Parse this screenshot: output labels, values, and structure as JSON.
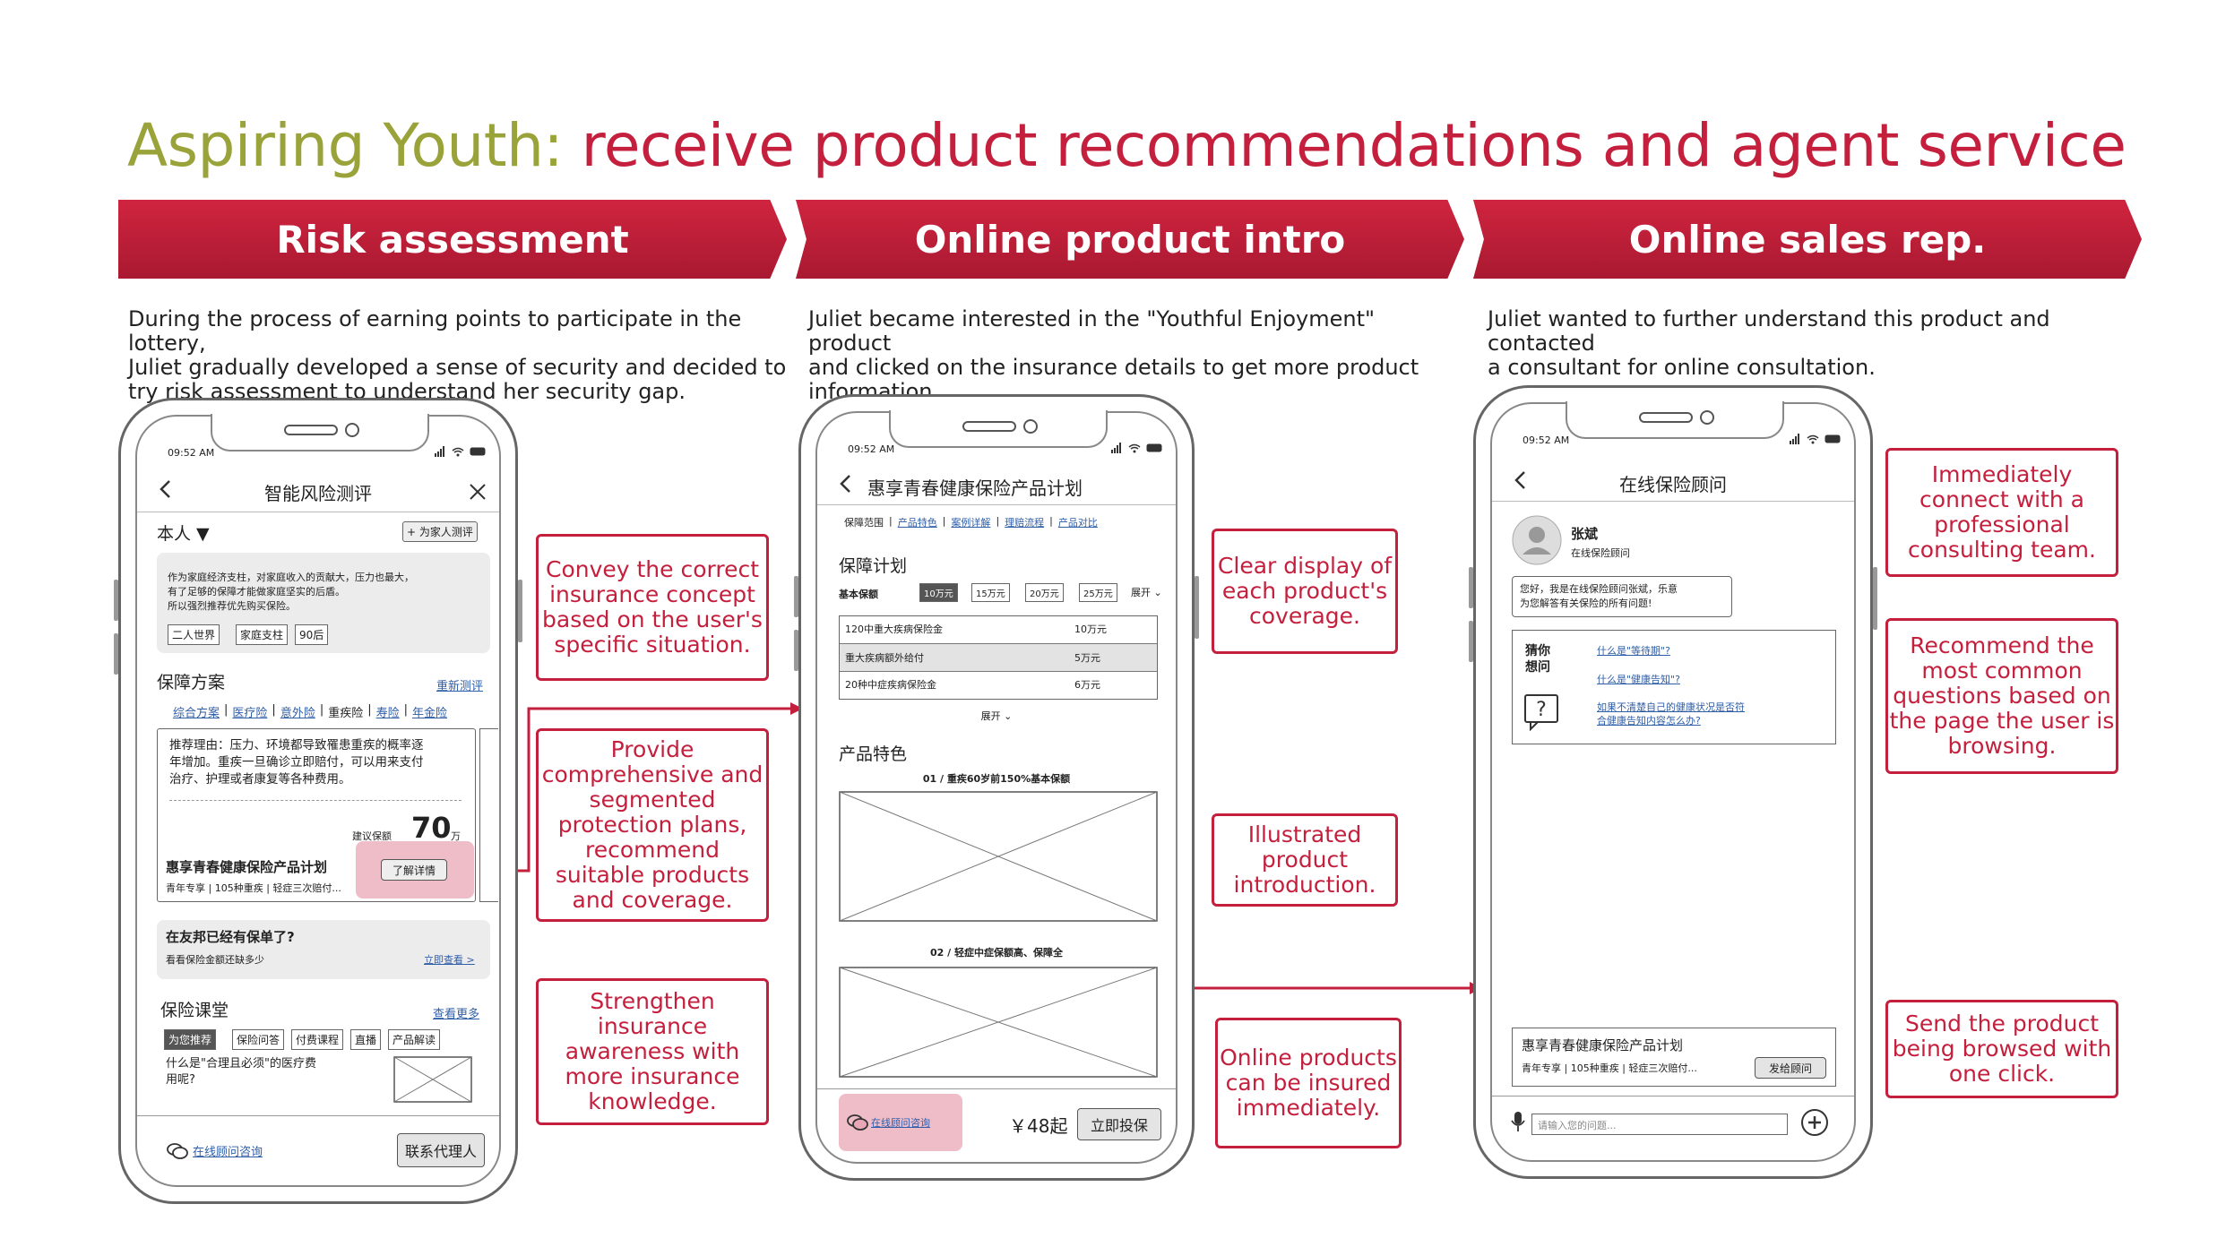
{
  "title": {
    "prefix": "Aspiring Youth: ",
    "main": "receive product recommendations and agent service"
  },
  "stages": [
    {
      "label": "Risk assessment",
      "desc": "During the process of earning points to participate in the lottery,\nJuliet gradually developed a sense of security and decided to\ntry risk assessment to understand her security gap."
    },
    {
      "label": "Online product intro",
      "desc": "Juliet became interested in the \"Youthful Enjoyment\" product\nand clicked on the insurance details to get more product\ninformation."
    },
    {
      "label": "Online sales rep.",
      "desc": "Juliet wanted to further understand this product and contacted\na consultant for online consultation."
    }
  ],
  "notes": {
    "n1": "Convey the correct insurance concept based on the user's specific situation.",
    "n2": "Provide comprehensive and segmented protection plans, recommend suitable products and coverage.",
    "n3": "Strengthen insurance awareness with more insurance knowledge.",
    "n4": "Clear display of each product's coverage.",
    "n5": "Illustrated product introduction.",
    "n6": "Online products can be insured immediately.",
    "n7": "Immediately connect with a professional consulting team.",
    "n8": "Recommend the most common questions based on the page the user is browsing.",
    "n9": "Send the product being browsed with one click."
  },
  "phone1": {
    "time": "09:52 AM",
    "header": "智能风险测评",
    "self": "本人 ▼",
    "add_family": "+ 为家人测评",
    "intro": "作为家庭经济支柱，对家庭收入的贡献大，压力也最大，\n有了足够的保障才能做家庭坚实的后盾。\n所以强烈推荐优先购买保险。",
    "tags": [
      "二人世界",
      "家庭支柱",
      "90后"
    ],
    "plan_title": "保障方案",
    "retest": "重新测评",
    "plan_tabs": [
      "综合方案",
      "医疗险",
      "意外险",
      "重疾险",
      "寿险",
      "年金险"
    ],
    "reason": "推荐理由：压力、环境都导致罹患重疾的概率逐\n年增加。重疾一旦确诊立即赔付，可以用来支付\n治疗、护理或者康复等各种费用。",
    "sugg_label": "建议保额",
    "sugg_value": "70",
    "sugg_unit": "万",
    "product_name": "惠享青春健康保险产品计划",
    "product_sub": "青年专享 | 105种重疾 | 轻症三次赔付...",
    "detail_btn": "了解详情",
    "have_policy": "在友邦已经有保单了?",
    "have_policy_sub": "看看保险金额还缺多少",
    "check_now": "立即查看 >",
    "class_title": "保险课堂",
    "see_more": "查看更多",
    "class_tabs": [
      "为您推荐",
      "保险问答",
      "付费课程",
      "直播",
      "产品解读"
    ],
    "question": "什么是\"合理且必须\"的医疗费\n用呢?",
    "consult_link": "在线顾问咨询",
    "contact_btn": "联系代理人"
  },
  "phone2": {
    "time": "09:52 AM",
    "header": "惠享青春健康保险产品计划",
    "tabs": [
      "保障范围",
      "产品特色",
      "案例详解",
      "理赔流程",
      "产品对比"
    ],
    "plan_title": "保障计划",
    "basic_label": "基本保额",
    "amounts": [
      "10万元",
      "15万元",
      "20万元",
      "25万元"
    ],
    "expand": "展开 ⌄",
    "rows": [
      {
        "name": "120中重大疾病保险金",
        "value": "10万元"
      },
      {
        "name": "重大疾病额外给付",
        "value": "5万元"
      },
      {
        "name": "20种中症疾病保险金",
        "value": "6万元"
      }
    ],
    "expand2": "展开 ⌄",
    "features_title": "产品特色",
    "feature1": "01 / 重疾60岁前150%基本保额",
    "feature2": "02 / 轻症中症保额高、保障全",
    "consult_link": "在线顾问咨询",
    "price": "￥48起",
    "buy_btn": "立即投保"
  },
  "phone3": {
    "time": "09:52 AM",
    "header": "在线保险顾问",
    "agent_name": "张斌",
    "agent_title": "在线保险顾问",
    "greeting": "您好，我是在线保险顾问张斌，乐意\n为您解答有关保险的所有问题!",
    "guess_label": "猜你\n想问",
    "q1": "什么是\"等待期\"?",
    "q2": "什么是\"健康告知\"?",
    "q3": "如果不清楚自己的健康状况是否符\n合健康告知内容怎么办?",
    "product_name": "惠享青春健康保险产品计划",
    "product_sub": "青年专享 | 105种重疾 | 轻症三次赔付...",
    "send_btn": "发给顾问",
    "input_placeholder": "请输入您的问题..."
  },
  "colors": {
    "accent": "#c41f3d",
    "title_prefix": "#9aa339",
    "link": "#2f5ea8",
    "highlight": "#e9a7b6"
  },
  "icons": [
    "back-icon",
    "close-icon",
    "search-icon",
    "chat-icon",
    "mic-icon",
    "plus-icon",
    "avatar-icon",
    "question-icon",
    "signal-icon",
    "wifi-icon",
    "battery-icon"
  ]
}
